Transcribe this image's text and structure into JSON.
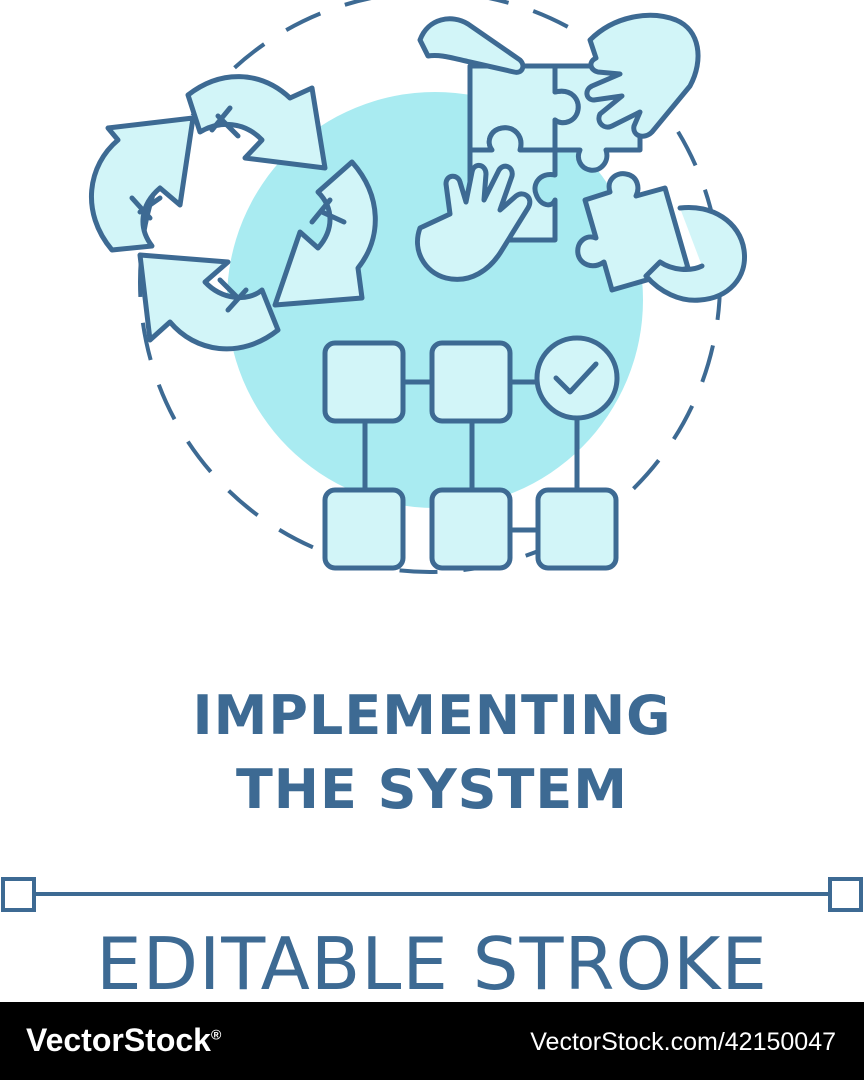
{
  "title": {
    "line1": "IMPLEMENTING",
    "line2": "THE SYSTEM"
  },
  "stroke_label": "EDITABLE STROKE",
  "footer": {
    "brand": "VectorStock",
    "brand_mark": "®",
    "image_id": "VectorStock.com/42150047"
  },
  "icons": [
    "cycle-arrows-icon",
    "puzzle-hands-icon",
    "flowchart-icon",
    "checkmark-icon"
  ],
  "colors": {
    "stroke": "#3d6a93",
    "fill_light": "#d2f5f8",
    "fill_accent": "#a9ebf1",
    "footer_bg": "#000000",
    "footer_text": "#ffffff"
  }
}
